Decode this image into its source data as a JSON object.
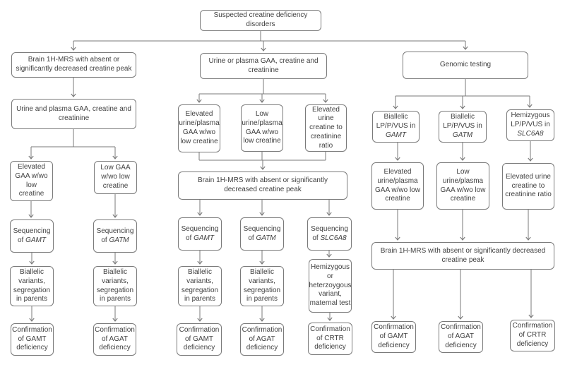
{
  "colors": {
    "background": "#ffffff",
    "box_border": "#7a7a7a",
    "line": "#7a7a7a",
    "text": "#3f3f3f"
  },
  "nodes": {
    "root": {
      "text": "Suspected creatine deficiency disorders"
    },
    "l_mrs": {
      "text": "Brain 1H-MRS with absent or significantly decreased creatine peak"
    },
    "l_urine": {
      "text": "Urine and plasma GAA, creatine and creatinine"
    },
    "l_elev": {
      "text": "Elevated GAA w/wo low creatine"
    },
    "l_low": {
      "text": "Low GAA w/wo low creatine"
    },
    "l_seq_gamt": {
      "text": "Sequencing of",
      "gene": "GAMT"
    },
    "l_seq_gatm": {
      "text": "Sequencing of",
      "gene": "GATM"
    },
    "l_bia1": {
      "text": "Biallelic variants, segregation in parents"
    },
    "l_bia2": {
      "text": "Biallelic variants, segregation in parents"
    },
    "l_conf_gamt": {
      "text": "Confirmation of GAMT deficiency"
    },
    "l_conf_agat": {
      "text": "Confirmation of AGAT deficiency"
    },
    "c_urine": {
      "text": "Urine or plasma GAA, creatine and creatinine"
    },
    "c_elev": {
      "text": "Elevated urine/plasma GAA w/wo low creatine"
    },
    "c_low": {
      "text": "Low urine/plasma GAA w/wo low creatine"
    },
    "c_ratio": {
      "text": "Elevated urine creatine to creatinine ratio"
    },
    "c_mrs": {
      "text": "Brain 1H-MRS with absent or significantly decreased creatine peak"
    },
    "c_seq_gamt": {
      "text": "Sequencing of",
      "gene": "GAMT"
    },
    "c_seq_gatm": {
      "text": "Sequencing of",
      "gene": "GATM"
    },
    "c_seq_slc": {
      "text": "Sequencing of",
      "gene": "SLC6A8"
    },
    "c_bia1": {
      "text": "Biallelic variants, segregation in parents"
    },
    "c_bia2": {
      "text": "Biallelic variants, segregation in parents"
    },
    "c_hemi": {
      "text": "Hemizygous or heterzoygous variant, maternal test"
    },
    "c_conf_gamt": {
      "text": "Confirmation of GAMT deficiency"
    },
    "c_conf_agat": {
      "text": "Confirmation of AGAT deficiency"
    },
    "c_conf_crtr": {
      "text": "Confirmation of CRTR deficiency"
    },
    "r_genomic": {
      "text": "Genomic testing"
    },
    "r_lp_gamt": {
      "text": "Biallelic LP/P/VUS in",
      "gene": "GAMT"
    },
    "r_lp_gatm": {
      "text": "Biallelic LP/P/VUS in",
      "gene": "GATM"
    },
    "r_lp_slc": {
      "text": "Hemizygous LP/P/VUS in",
      "gene": "SLC6A8"
    },
    "r_elev": {
      "text": "Elevated urine/plasma GAA w/wo low creatine"
    },
    "r_low": {
      "text": "Low urine/plasma GAA w/wo low creatine"
    },
    "r_ratio": {
      "text": "Elevated urine creatine to creatinine ratio"
    },
    "r_mrs": {
      "text": "Brain 1H-MRS with absent or significantly decreased creatine peak"
    },
    "r_conf_gamt": {
      "text": "Confirmation of GAMT deficiency"
    },
    "r_conf_agat": {
      "text": "Confirmation of AGAT deficiency"
    },
    "r_conf_crtr": {
      "text": "Confirmation of CRTR deficiency"
    }
  }
}
